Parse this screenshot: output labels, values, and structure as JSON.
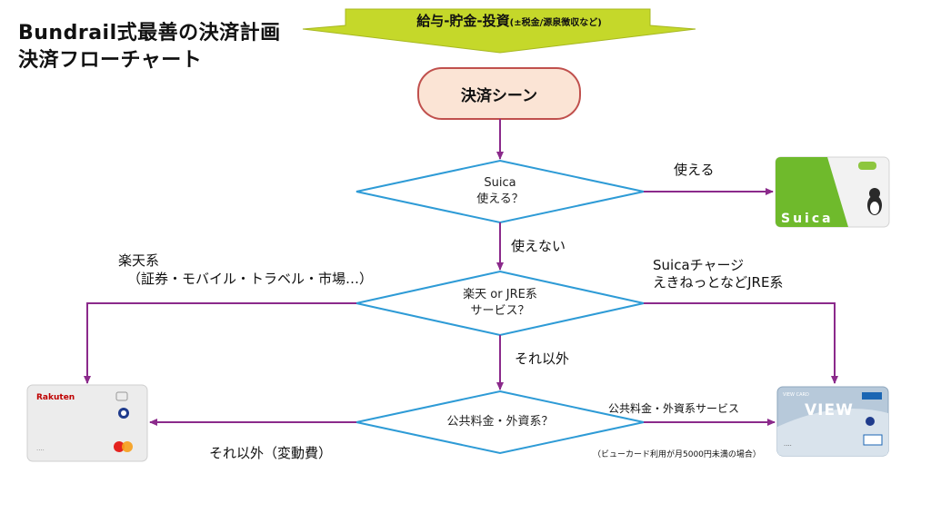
{
  "title": {
    "line1": "Bundrail式最善の決済計画",
    "line2": "決済フローチャート"
  },
  "banner": {
    "main": "給与-貯金-投資",
    "note": "(±税金/源泉徴収など)"
  },
  "start": {
    "label": "決済シーン"
  },
  "decisions": {
    "suica": {
      "line1": "Suica",
      "line2": "使える？"
    },
    "rakuten": {
      "line1": "楽天 or JRE系",
      "line2": "サービス？"
    },
    "public": {
      "line1": "公共料金・外資系？"
    }
  },
  "edges": {
    "usable": "使える",
    "not_usable": "使えない",
    "rakuten_line1": "楽天系",
    "rakuten_line2": "（証券・モバイル・トラベル・市場…）",
    "jre_line1": "Suicaチャージ",
    "jre_line2": "えきねっとなどJRE系",
    "other": "それ以外",
    "public_service": "公共料金・外資系サービス",
    "view_note": "（ビューカード利用が月5000円未満の場合）",
    "variable": "それ以外（変動費）"
  },
  "cards": {
    "suica": {
      "brand": "Suica"
    },
    "rakuten": {
      "brand": "Rakuten",
      "dots": "····"
    },
    "view": {
      "brand": "VIEW",
      "header": "VIEW CARD",
      "dots": "····"
    }
  },
  "colors": {
    "banner": "#c5d82a",
    "start_fill": "#fbe4d5",
    "start_stroke": "#c0504d",
    "diamond_stroke": "#2e9bd6",
    "arrow": "#8b2a8b"
  }
}
